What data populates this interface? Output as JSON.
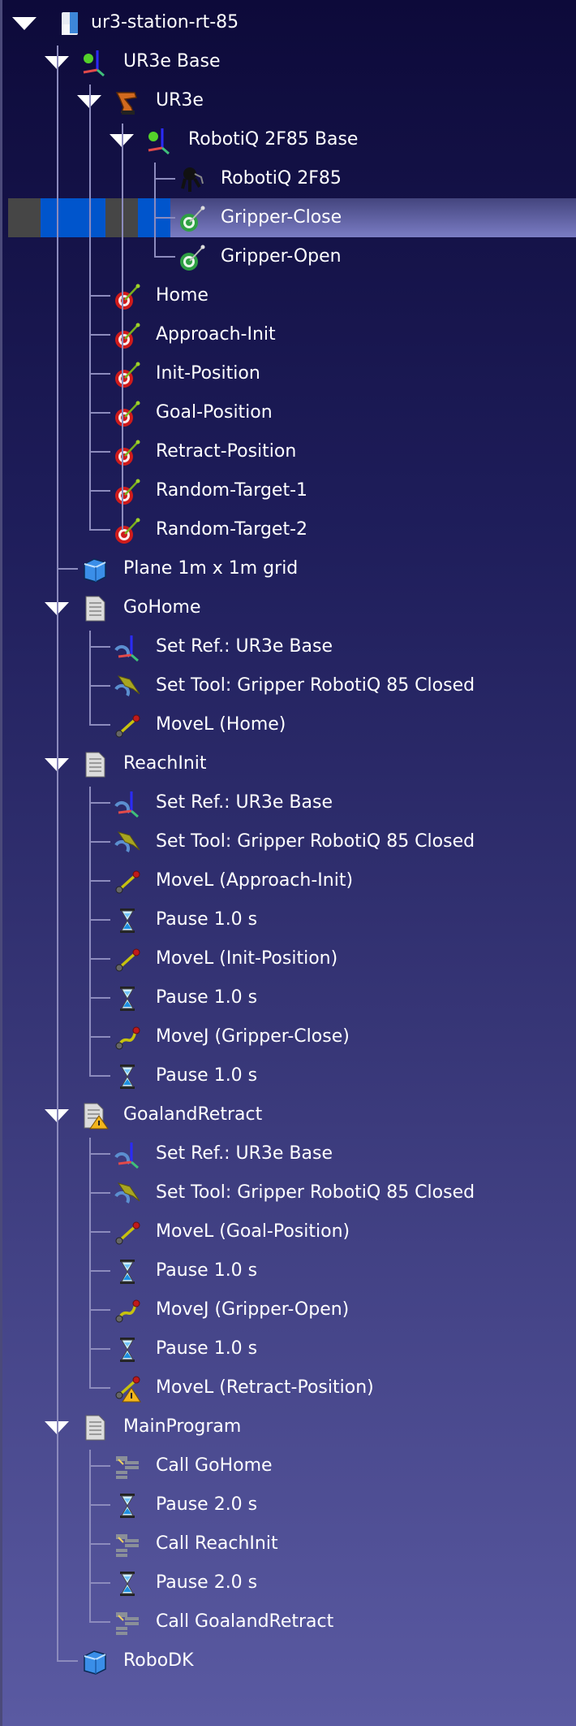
{
  "tree": {
    "selected_index": 5,
    "items": [
      {
        "label": "ur3-station-rt-85",
        "icon": "station-icon",
        "expanded": true
      },
      {
        "label": "UR3e Base",
        "icon": "reference-frame-icon",
        "expanded": true
      },
      {
        "label": "UR3e",
        "icon": "robot-arm-icon",
        "expanded": true
      },
      {
        "label": "RobotiQ 2F85 Base",
        "icon": "reference-frame-icon",
        "expanded": true
      },
      {
        "label": "RobotiQ 2F85",
        "icon": "gripper-tool-icon"
      },
      {
        "label": "Gripper-Close",
        "icon": "target-green-icon"
      },
      {
        "label": "Gripper-Open",
        "icon": "target-green-icon"
      },
      {
        "label": "Home",
        "icon": "target-red-icon"
      },
      {
        "label": "Approach-Init",
        "icon": "target-red-icon"
      },
      {
        "label": "Init-Position",
        "icon": "target-red-icon"
      },
      {
        "label": "Goal-Position",
        "icon": "target-red-icon"
      },
      {
        "label": "Retract-Position",
        "icon": "target-red-icon"
      },
      {
        "label": "Random-Target-1",
        "icon": "target-red-icon"
      },
      {
        "label": "Random-Target-2",
        "icon": "target-red-icon"
      },
      {
        "label": "Plane 1m x 1m grid",
        "icon": "object-cube-icon"
      },
      {
        "label": "GoHome",
        "icon": "program-icon",
        "expanded": true
      },
      {
        "label": "Set Ref.: UR3e Base",
        "icon": "set-reference-icon"
      },
      {
        "label": "Set Tool: Gripper RobotiQ 85 Closed",
        "icon": "set-tool-icon"
      },
      {
        "label": "MoveL (Home)",
        "icon": "move-linear-icon"
      },
      {
        "label": "ReachInit",
        "icon": "program-icon",
        "expanded": true
      },
      {
        "label": "Set Ref.: UR3e Base",
        "icon": "set-reference-icon"
      },
      {
        "label": "Set Tool: Gripper RobotiQ 85 Closed",
        "icon": "set-tool-icon"
      },
      {
        "label": "MoveL (Approach-Init)",
        "icon": "move-linear-icon"
      },
      {
        "label": "Pause 1.0 s",
        "icon": "hourglass-icon"
      },
      {
        "label": "MoveL (Init-Position)",
        "icon": "move-linear-icon"
      },
      {
        "label": "Pause 1.0 s",
        "icon": "hourglass-icon"
      },
      {
        "label": "MoveJ (Gripper-Close)",
        "icon": "move-joint-icon"
      },
      {
        "label": "Pause 1.0 s",
        "icon": "hourglass-icon"
      },
      {
        "label": "GoalandRetract",
        "icon": "program-warning-icon",
        "expanded": true
      },
      {
        "label": "Set Ref.: UR3e Base",
        "icon": "set-reference-icon"
      },
      {
        "label": "Set Tool: Gripper RobotiQ 85 Closed",
        "icon": "set-tool-icon"
      },
      {
        "label": "MoveL (Goal-Position)",
        "icon": "move-linear-icon"
      },
      {
        "label": "Pause 1.0 s",
        "icon": "hourglass-icon"
      },
      {
        "label": "MoveJ (Gripper-Open)",
        "icon": "move-joint-icon"
      },
      {
        "label": "Pause 1.0 s",
        "icon": "hourglass-icon"
      },
      {
        "label": "MoveL (Retract-Position)",
        "icon": "move-linear-warning-icon"
      },
      {
        "label": "MainProgram",
        "icon": "program-icon",
        "expanded": true
      },
      {
        "label": "Call GoHome",
        "icon": "call-program-icon"
      },
      {
        "label": "Pause 2.0 s",
        "icon": "hourglass-icon"
      },
      {
        "label": "Call ReachInit",
        "icon": "call-program-icon"
      },
      {
        "label": "Pause 2.0 s",
        "icon": "hourglass-icon"
      },
      {
        "label": "Call GoalandRetract",
        "icon": "call-program-icon"
      },
      {
        "label": "RoboDK",
        "icon": "object-cube-icon"
      }
    ]
  },
  "colors": {
    "selection_top": "#44457e",
    "selection_bottom": "#7a7cc4",
    "selection_blue": "#0055cc",
    "selection_gray": "#464646",
    "tree_line": "#8c8bbd"
  }
}
